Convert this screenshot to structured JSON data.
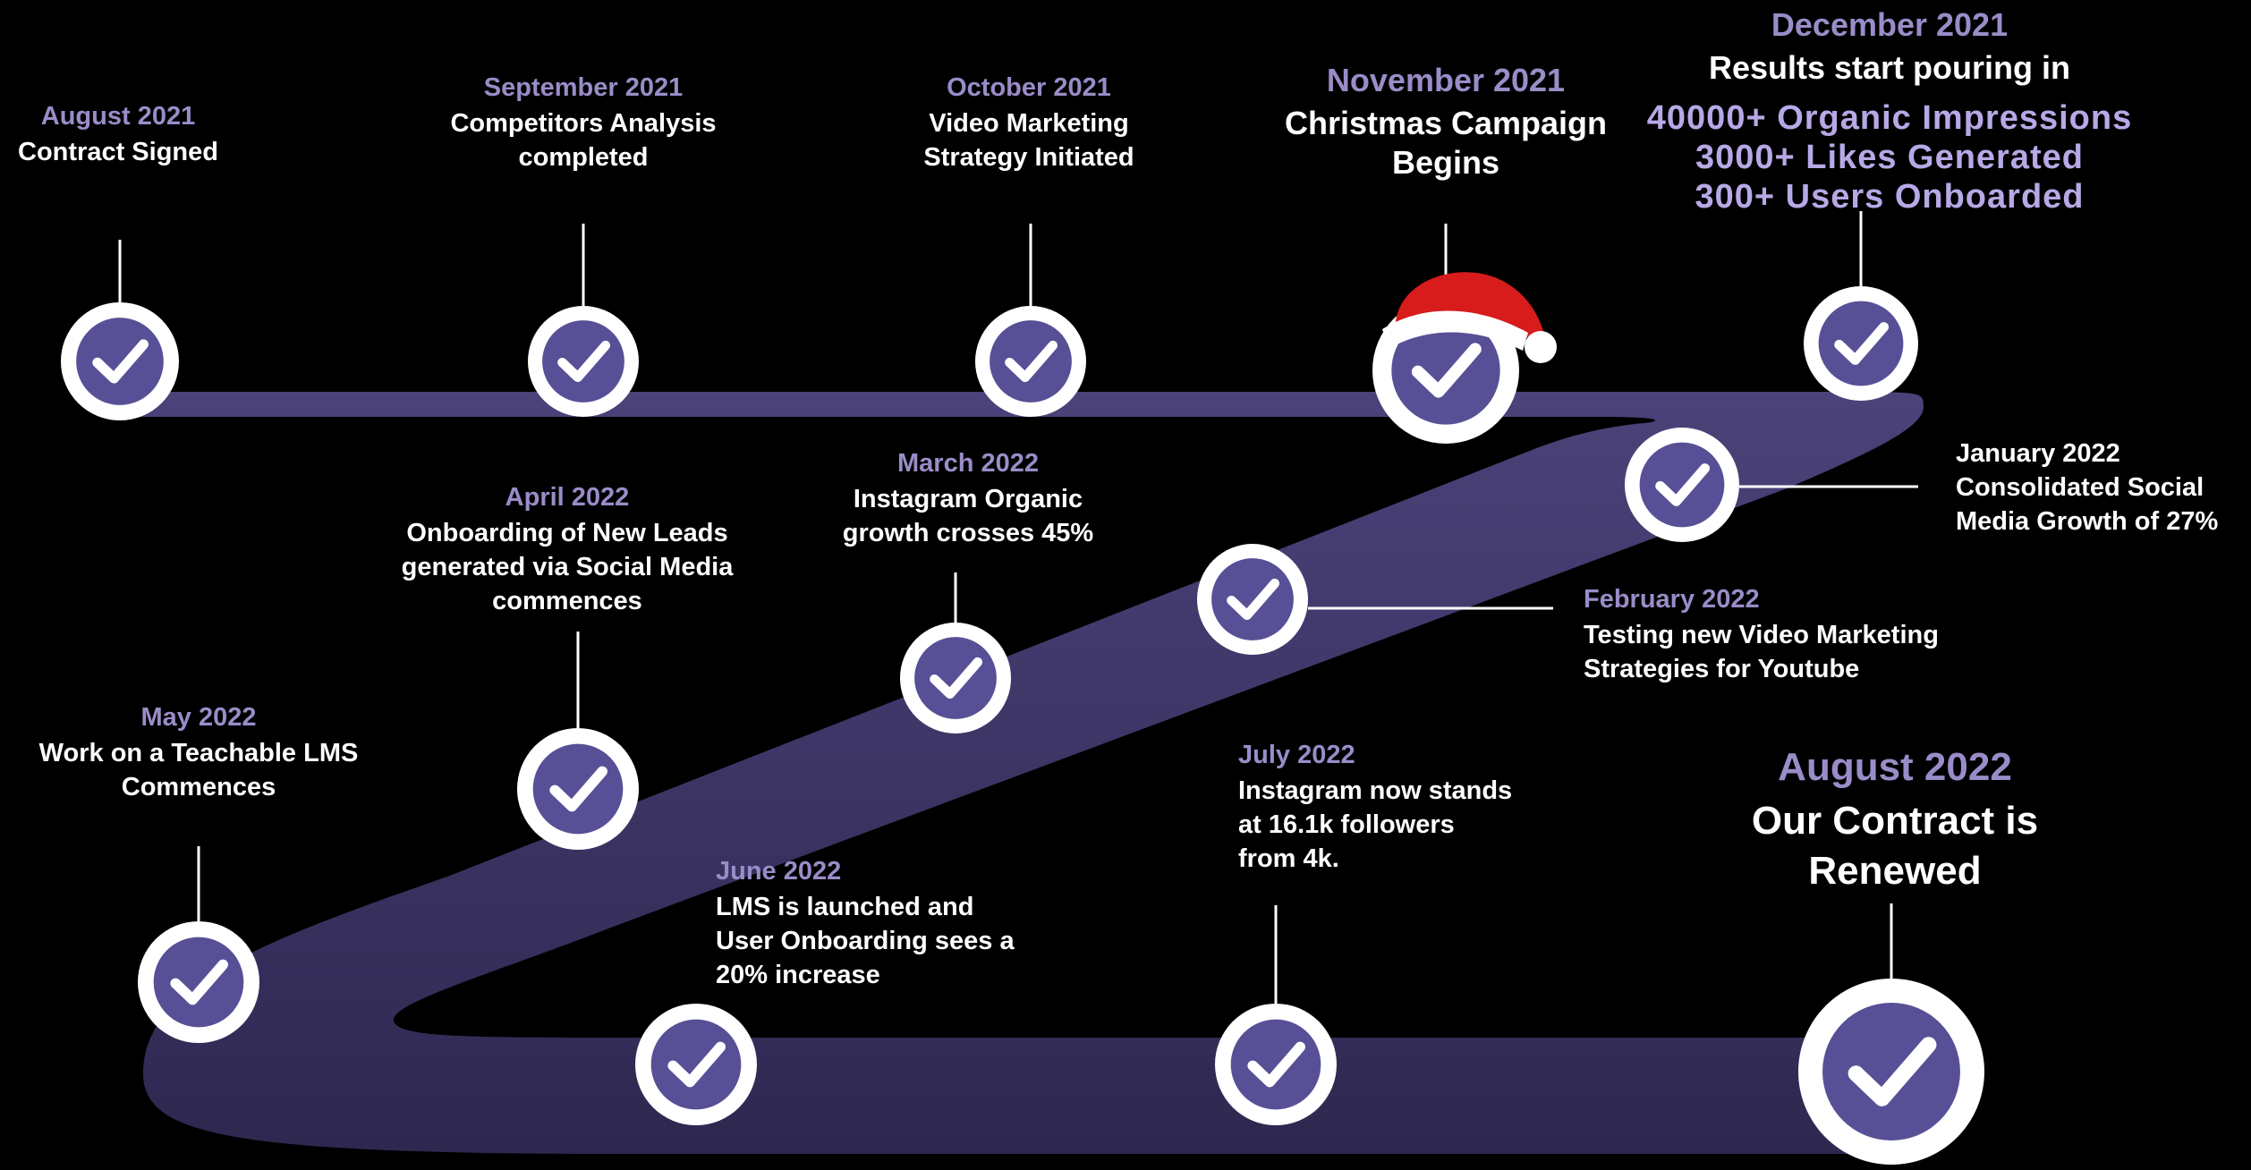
{
  "colors": {
    "background": "#000000",
    "road": "#3b3361",
    "road_light": "#4b4279",
    "check_fill": "#585096",
    "date": "#9a8cc8",
    "stat": "#b7a8e6",
    "text": "#ffffff"
  },
  "milestones": [
    {
      "date": "August 2021",
      "lines": [
        "Contract Signed"
      ]
    },
    {
      "date": "September 2021",
      "lines": [
        "Competitors Analysis",
        "completed"
      ]
    },
    {
      "date": "October 2021",
      "lines": [
        "Video Marketing",
        "Strategy Initiated"
      ]
    },
    {
      "date": "November 2021",
      "lines": [
        "Christmas Campaign",
        "Begins"
      ]
    },
    {
      "date": "December 2021",
      "lines": [
        "Results start pouring in"
      ],
      "stats": [
        "40000+ Organic Impressions",
        "3000+ Likes Generated",
        "300+ Users Onboarded"
      ]
    },
    {
      "date": "January 2022",
      "lines": [
        "January 2022",
        "Consolidated Social",
        "Media Growth of 27%"
      ]
    },
    {
      "date": "February 2022",
      "lines": [
        "Testing new Video Marketing",
        "Strategies for Youtube"
      ]
    },
    {
      "date": "March 2022",
      "lines": [
        "Instagram Organic",
        "growth crosses 45%"
      ]
    },
    {
      "date": "April 2022",
      "lines": [
        "Onboarding of New Leads",
        "generated via Social Media",
        "commences"
      ]
    },
    {
      "date": "May 2022",
      "lines": [
        "Work on a Teachable LMS",
        "Commences"
      ]
    },
    {
      "date": "June 2022",
      "lines": [
        "LMS is launched and",
        "User Onboarding sees a",
        "20% increase"
      ]
    },
    {
      "date": "July 2022",
      "lines": [
        "Instagram now stands",
        "at 16.1k followers",
        "from 4k."
      ]
    },
    {
      "date": "August 2022",
      "lines": [
        "Our Contract is",
        "Renewed"
      ]
    }
  ],
  "icons": {
    "check": "check-icon",
    "hat": "santa-hat-icon"
  }
}
